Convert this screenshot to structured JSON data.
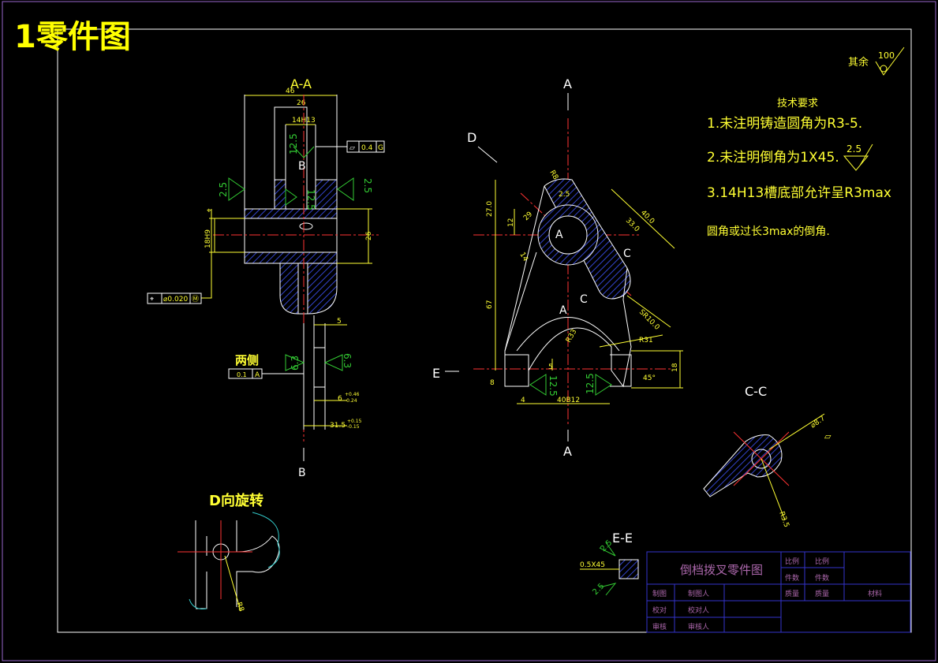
{
  "title": "1零件图",
  "colors": {
    "background": "#000000",
    "frame": "#ffffff",
    "dims": "#ffff33",
    "rough": "#33cc33",
    "section": "#ff0000",
    "hatch": "#3333aa",
    "cyan": "#33cccc",
    "table": "#3333cc"
  },
  "surface_finish_other": {
    "label": "其余",
    "value": "100"
  },
  "requirements": {
    "heading": "技术要求",
    "items": [
      "1.未注明铸造圆角为R3-5.",
      "2.未注明倒角为1X45.",
      "3.14H13槽底部允许呈R3max",
      "圆角或过长3max的倒角."
    ],
    "roughness": "2.5"
  },
  "section_aa": {
    "title": "A-A",
    "dims": {
      "w46": "46",
      "w26": "26",
      "slot": "14H13",
      "bore": "18H9",
      "h26": "26",
      "d5": "5",
      "tol1": "6",
      "tol2": "+0.46",
      "tol3": "-0.24",
      "len": "31.5",
      "tol4": "+0.15",
      "tol5": "-0.15"
    },
    "flatness": [
      "⏥",
      "0.4",
      "G"
    ],
    "position": [
      "⌖",
      "⌀0.020",
      "Ⓜ"
    ],
    "rough": [
      "2.5",
      "2.5",
      "12.5",
      "12.5",
      "6.3",
      "6.3"
    ],
    "labels": {
      "b1": "B",
      "b2": "B"
    },
    "two_sides": "两侧",
    "tol_box": [
      "0.1",
      "A"
    ]
  },
  "main_view": {
    "labels": {
      "a_top": "A",
      "a_bottom": "A",
      "a_mid": "A",
      "d": "D",
      "e": "E",
      "c1": "C",
      "c2": "C",
      "a_hole": "A"
    },
    "dims": {
      "r8": "R8",
      "r25": "2.5",
      "h27": "27.0",
      "h12": "12",
      "r29": "29",
      "w40": "40.0",
      "w33": "33.0",
      "d14": "14",
      "h67": "67",
      "sr10": "SR10.0",
      "r33": "R33",
      "r31": "R31",
      "d5": "5",
      "h18": "18",
      "h8": "8",
      "w4": "4",
      "w40b": "40B12",
      "ang": "45°"
    },
    "rough": [
      "12.5",
      "12.5"
    ]
  },
  "section_cc": {
    "title": "C-C",
    "dims": {
      "dia": "⌀8.7",
      "r": "R3.5"
    }
  },
  "view_d": {
    "title": "D向旋转",
    "r": "R8"
  },
  "section_ee": {
    "title": "E-E",
    "chamfer": "0.5X45",
    "rough1": "2.5",
    "rough2": "2.5"
  },
  "title_block": {
    "name": "倒档拨叉零件图",
    "scale": "比例",
    "scale_v": "比例",
    "count": "件数",
    "count_v": "件数",
    "weight": "质量",
    "weight_v": "质量",
    "material": "材料",
    "drawn": "制图",
    "drawn_v": "制图人",
    "checked": "校对",
    "checked_v": "校对人",
    "approved": "审核",
    "approved_v": "审核人"
  }
}
